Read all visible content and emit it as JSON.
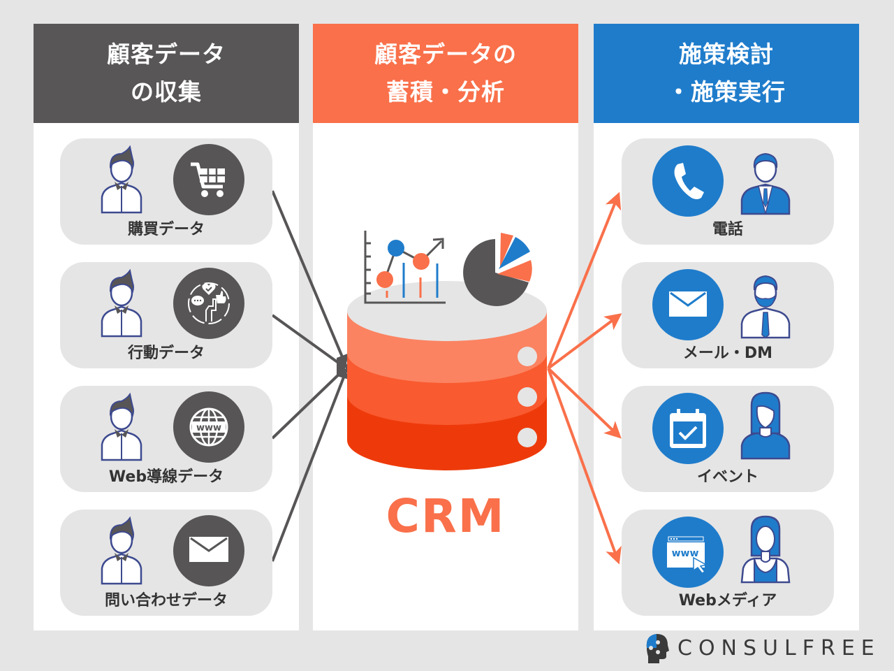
{
  "columns": {
    "collect": {
      "title_line1": "顧客データ",
      "title_line2": "の収集",
      "color": "#595657",
      "items": [
        {
          "label": "購買データ",
          "icon": "shopping-cart-icon"
        },
        {
          "label": "行動データ",
          "icon": "engagement-icon"
        },
        {
          "label": "Web導線データ",
          "icon": "globe-www-icon"
        },
        {
          "label": "問い合わせデータ",
          "icon": "mail-icon"
        }
      ]
    },
    "analyze": {
      "title_line1": "顧客データの",
      "title_line2": "蓄積・分析",
      "color": "#f9704a",
      "center_label": "CRM"
    },
    "execute": {
      "title_line1": "施策検討",
      "title_line2": "・施策実行",
      "color": "#1f7ccb",
      "items": [
        {
          "label": "電話",
          "icon": "phone-icon"
        },
        {
          "label": "メール・DM",
          "icon": "mail-icon"
        },
        {
          "label": "イベント",
          "icon": "calendar-check-icon"
        },
        {
          "label": "Webメディア",
          "icon": "web-browser-icon"
        }
      ]
    }
  },
  "brand": {
    "name": "CONSULFREE"
  },
  "colors": {
    "background": "#e5e5e5",
    "card": "#e5e5e5",
    "dark_gray": "#595657",
    "orange": "#f9704a",
    "blue": "#1f7ccb",
    "person_outline": "#3d4a8f"
  }
}
